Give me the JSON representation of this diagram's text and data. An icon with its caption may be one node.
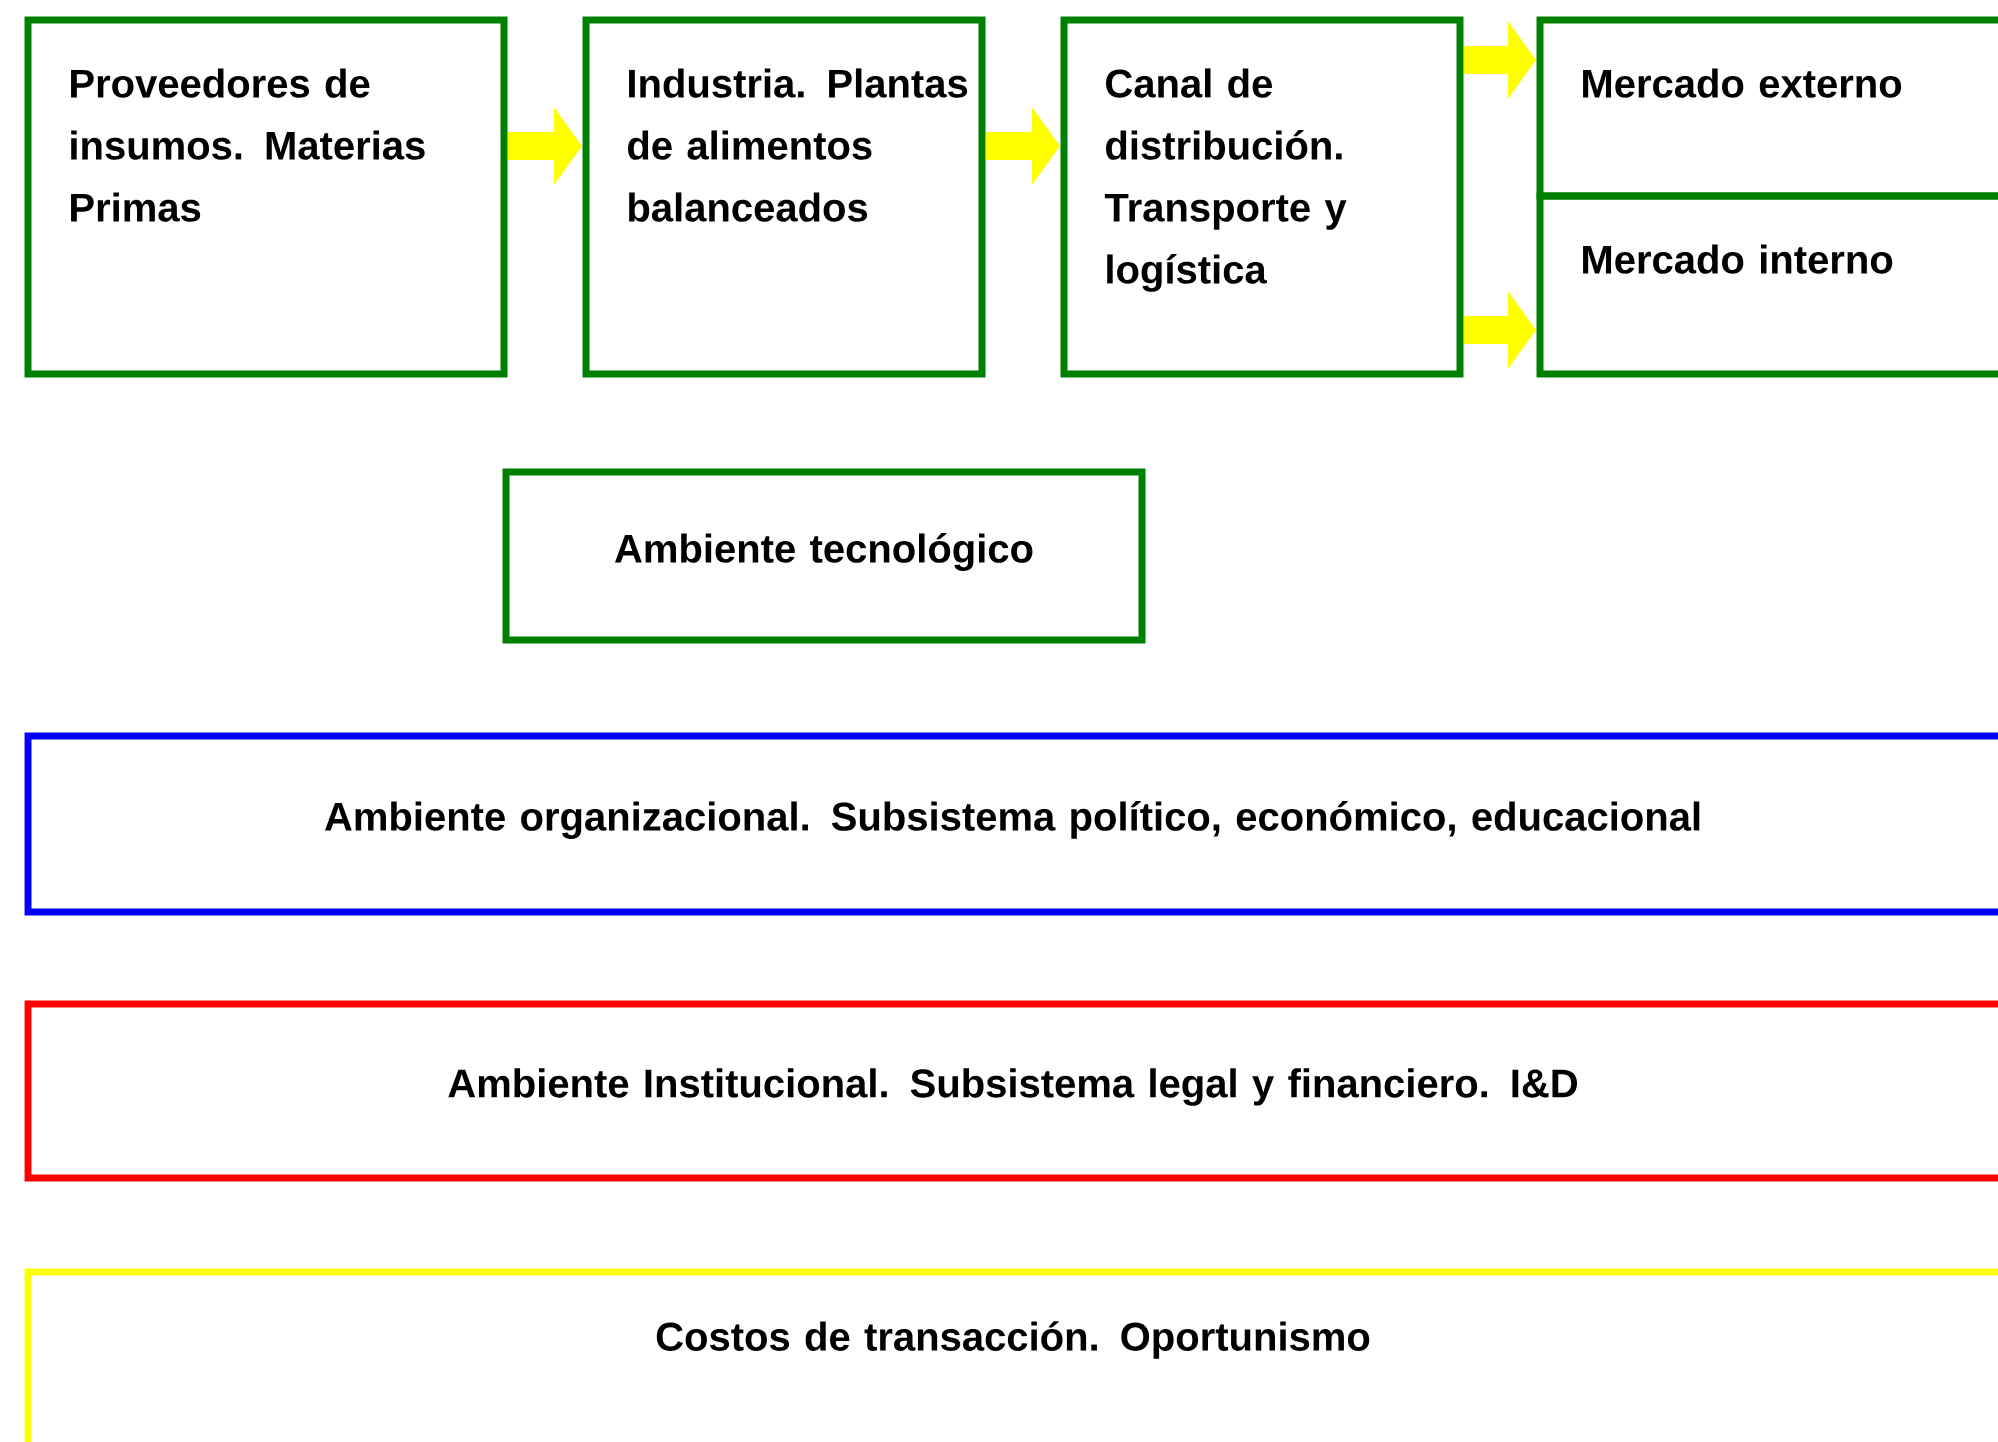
{
  "diagram": {
    "nodes": [
      {
        "text": [
          "Proveedores de insumos. Materias Primas"
        ]
      },
      {
        "text": [
          "Industria. Plantas de alimentos balanceados"
        ]
      },
      {
        "text": [
          "Canal de distribución. Transporte y logística"
        ]
      },
      {
        "text": [
          "Mercado externo"
        ]
      },
      {
        "text": [
          "Mercado interno"
        ]
      },
      {
        "text": [
          "Ambiente tecnológico"
        ]
      },
      {
        "text": [
          "Ambiente organizacional. Subsistema político, económico, educacional"
        ]
      },
      {
        "text": [
          "Ambiente Institucional. Subsistema legal y financiero. I&D"
        ]
      },
      {
        "text": [
          "Costos de transacción. Oportunismo"
        ]
      }
    ],
    "edges": [
      {
        "from": 0,
        "to": 1,
        "arrow": "to"
      },
      {
        "from": 1,
        "to": 2,
        "arrow": "to"
      },
      {
        "from": 2,
        "to": 3,
        "arrow": "to"
      },
      {
        "from": 2,
        "to": 4,
        "arrow": "to"
      }
    ]
  }
}
